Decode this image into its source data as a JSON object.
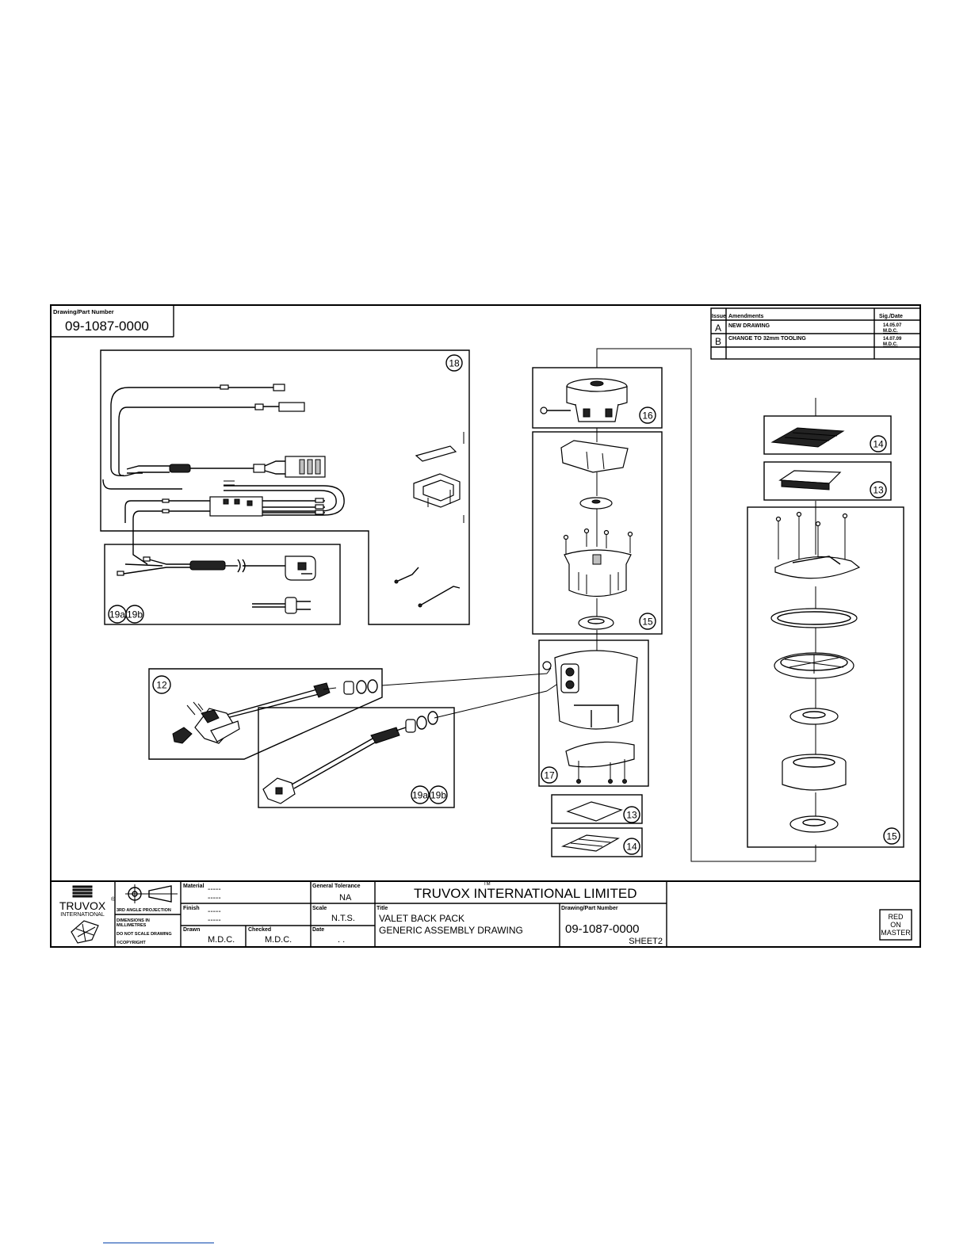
{
  "header": {
    "part_number_label": "Drawing/Part Number",
    "part_number": "09-1087-0000"
  },
  "revisions": {
    "headers": [
      "Issue",
      "Amendments",
      "Sig./Date"
    ],
    "rows": [
      {
        "issue": "A",
        "amendment": "NEW DRAWING",
        "date": "14.05.07",
        "sig": "M.D.C."
      },
      {
        "issue": "B",
        "amendment": "CHANGE TO 32mm TOOLING",
        "date": "14.07.09",
        "sig": "M.D.C."
      },
      {
        "issue": "",
        "amendment": "",
        "date": "",
        "sig": ""
      }
    ]
  },
  "balloons": {
    "b18": "18",
    "b16": "16",
    "b15a": "15",
    "b14a": "14",
    "b13a": "13",
    "b15b": "15",
    "b12": "12",
    "b17": "17",
    "b13b": "13",
    "b14b": "14",
    "b19a_1": "19a",
    "b19b_1": "19b",
    "b19a_2": "19a",
    "b19b_2": "19b"
  },
  "title_block": {
    "logo": {
      "name": "TRUVOX",
      "sub": "INTERNATIONAL",
      "mark": "®"
    },
    "projection": {
      "line1": "3RD ANGLE PROJECTION",
      "line2": "DIMENSIONS IN",
      "line3": "MILLIMETRES",
      "line4": "DO NOT SCALE DRAWING",
      "line5": "©COPYRIGHT"
    },
    "material_label": "Material",
    "material_value1": "-----",
    "material_value2": "-----",
    "finish_label": "Finish",
    "finish_value1": "-----",
    "finish_value2": "-----",
    "drawn_label": "Drawn",
    "drawn_value": "M.D.C.",
    "checked_label": "Checked",
    "checked_value": "M.D.C.",
    "tolerance_label": "General Tolerance",
    "tolerance_value": "NA",
    "scale_label": "Scale",
    "scale_value": "N.T.S.",
    "date_label": "Date",
    "date_value": ".  .",
    "company": "TRUVOX INTERNATIONAL LIMITED",
    "company_tm": "TM",
    "title_label": "Title",
    "title_line1": "VALET BACK PACK",
    "title_line2": "GENERIC ASSEMBLY DRAWING",
    "part_label": "Drawing/Part Number",
    "part_number": "09-1087-0000",
    "sheet": "SHEET2",
    "stamp_line1": "RED",
    "stamp_line2": "ON",
    "stamp_line3": "MASTER"
  }
}
